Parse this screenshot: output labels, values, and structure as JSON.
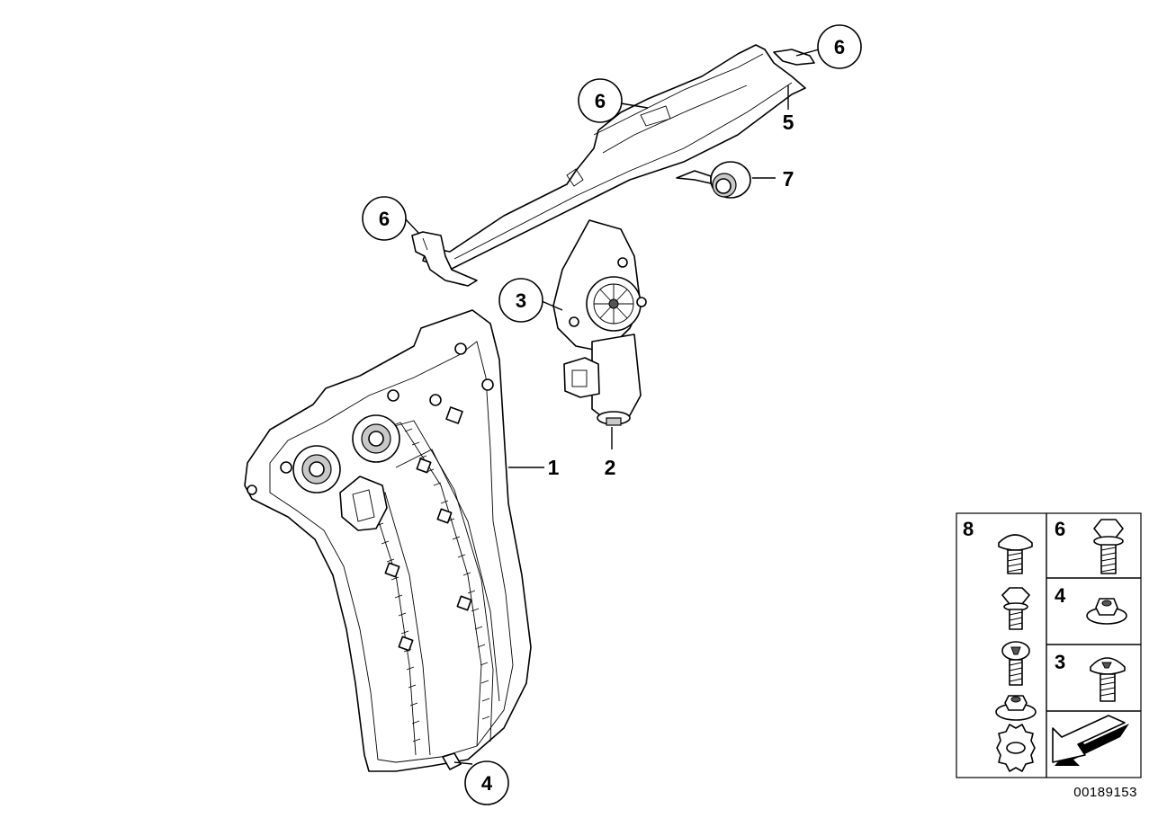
{
  "callouts": {
    "c6_top_right": "6",
    "c6_top_mid": "6",
    "c6_left": "6",
    "c3_motor": "3",
    "c4_bottom": "4"
  },
  "labels": {
    "n1": "1",
    "n2": "2",
    "n5": "5",
    "n7": "7"
  },
  "legend": {
    "cells": {
      "c8": "8",
      "c6": "6",
      "c4": "4",
      "c3": "3"
    }
  },
  "doc_number": "00189153"
}
